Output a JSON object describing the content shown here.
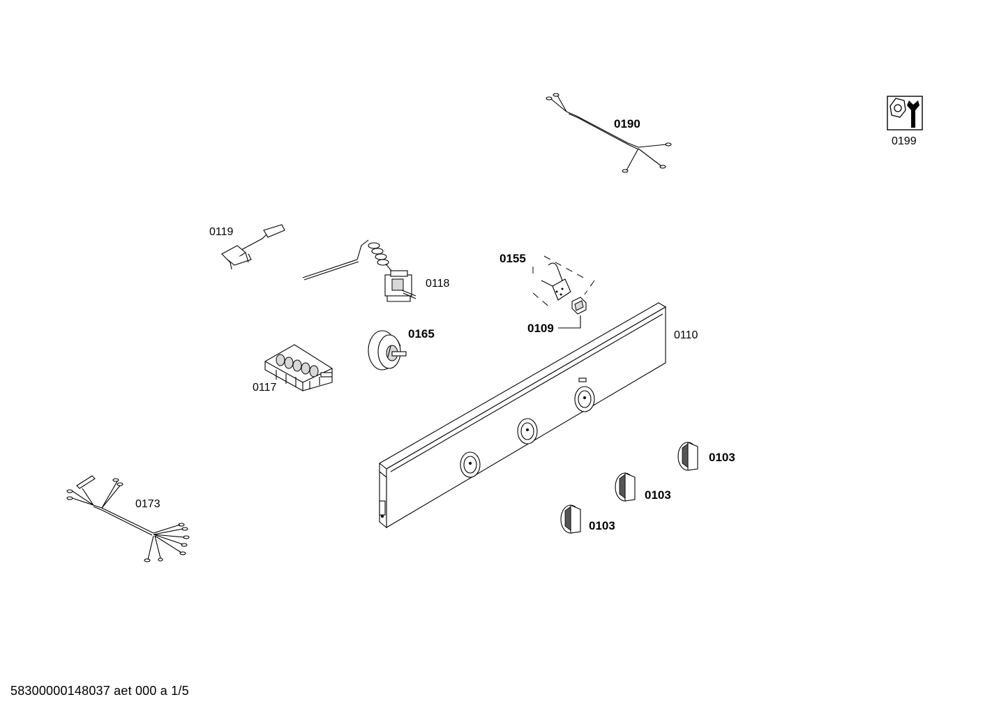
{
  "parts": {
    "p0190": "0190",
    "p0199": "0199",
    "p0119": "0119",
    "p0118": "0118",
    "p0155": "0155",
    "p0165": "0165",
    "p0109": "0109",
    "p0110": "0110",
    "p0117": "0117",
    "p0103_a": "0103",
    "p0103_b": "0103",
    "p0103_c": "0103",
    "p0173": "0173"
  },
  "footer": {
    "doc_id": "58300000148037 aet 000 a 1/5"
  },
  "icons": {
    "service_tool": "wrench-nut-icon"
  }
}
